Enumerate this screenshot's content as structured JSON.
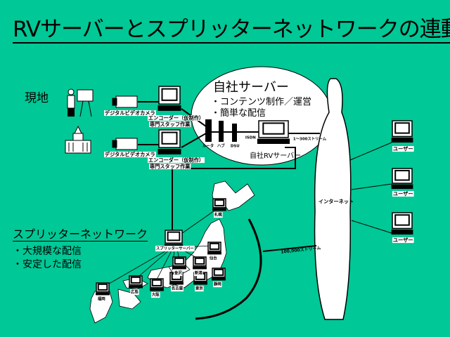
{
  "title": "RVサーバーとスプリッターネットワークの連動",
  "site_label": "現地",
  "camera_label": "デジタルビデオカメラ",
  "encoder_label_1": "エンコーダー（仮制作）",
  "encoder_label_2": "専門スタッフ作業",
  "server_box": {
    "title": "自社サーバー",
    "bullets": [
      "・コンテンツ制作／運営",
      "・簡単な配信"
    ],
    "equipment": [
      "ルータ",
      "ハブ",
      "DSU"
    ],
    "isdn": "ISDN",
    "server_label": "自社RVサーバー",
    "streams": "1～300ストリーム"
  },
  "internet_label": "インターネット",
  "users": [
    "ユーザー",
    "ユーザー",
    "ユーザー"
  ],
  "splitter": {
    "title": "スプリッターネットワーク",
    "bullets": [
      "・大規模な配信",
      "・安定した配信"
    ],
    "hub_label": "スプリッターサーバー",
    "streams": "100,000ストリーム",
    "cities": [
      "札幌",
      "仙台",
      "金沢",
      "新潟",
      "名古屋",
      "東京",
      "静岡",
      "大阪",
      "広島",
      "福岡"
    ]
  },
  "colors": {
    "background": "#00c896",
    "foreground": "#000000",
    "fill": "#ffffff"
  }
}
